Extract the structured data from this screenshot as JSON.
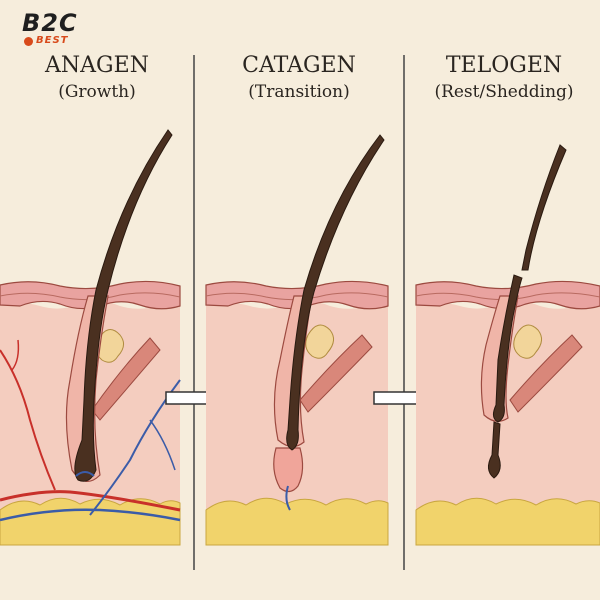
{
  "logo": {
    "main": "B2C",
    "sub": "BEST"
  },
  "phases": [
    {
      "name": "ANAGEN",
      "subtitle": "(Growth)"
    },
    {
      "name": "CATAGEN",
      "subtitle": "(Transition)"
    },
    {
      "name": "TELOGEN",
      "subtitle": "(Rest/Shedding)"
    }
  ],
  "colors": {
    "background": "#f6eddc",
    "epidermis": "#e9a3a0",
    "dermis": "#f4cdbf",
    "fat": "#f1d36b",
    "hair": "#4a3020",
    "artery": "#c8302a",
    "vein": "#3b5ca8",
    "gland": "#f2d59a"
  }
}
